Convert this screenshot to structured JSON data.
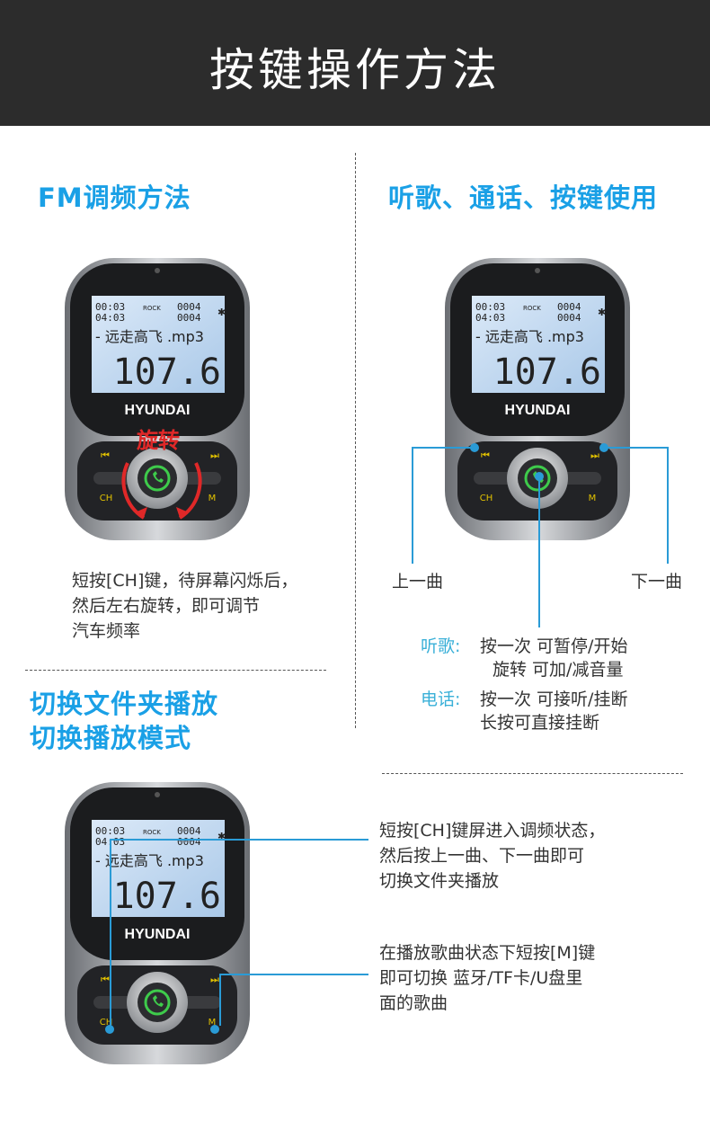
{
  "banner": {
    "title": "按键操作方法"
  },
  "fm": {
    "title": "FM调频方法",
    "rotate_label": "旋转",
    "desc": [
      "短按[CH]键，待屏幕闪烁后，",
      "然后左右旋转，即可调节",
      "汽车频率"
    ]
  },
  "music": {
    "title": "听歌、通话、按键使用",
    "prev_label": "上一曲",
    "next_label": "下一曲",
    "listen_label": "听歌:",
    "listen_line1": "按一次 可暂停/开始",
    "listen_line2": "旋转  可加/减音量",
    "call_label": "电话:",
    "call_line1": "按一次 可接听/挂断",
    "call_line2": "长按可直接挂断"
  },
  "folder": {
    "title_line1": "切换文件夹播放",
    "title_line2": "切换播放模式",
    "ch_desc": [
      "短按[CH]键屏进入调频状态，",
      "然后按上一曲、下一曲即可",
      "切换文件夹播放"
    ],
    "m_desc": [
      "在播放歌曲状态下短按[M]键",
      "即可切换 蓝牙/TF卡/U盘里",
      "面的歌曲"
    ]
  },
  "device": {
    "brand": "HYUNDAI",
    "line1": "00:03",
    "line2": "04:03",
    "count1": "0004",
    "count2": "0004",
    "rock": "ROCK",
    "song": "- 远走高飞 .mp3",
    "frequency": "107.6",
    "ch": "CH",
    "m": "M",
    "prev_symbol": "⏮",
    "next_symbol": "⏭"
  },
  "colors": {
    "accent": "#1aa0e6",
    "line": "#2a9bd6",
    "rotate": "#e02828",
    "banner": "#2c2c2c",
    "lcd": "#cfe3f7"
  }
}
